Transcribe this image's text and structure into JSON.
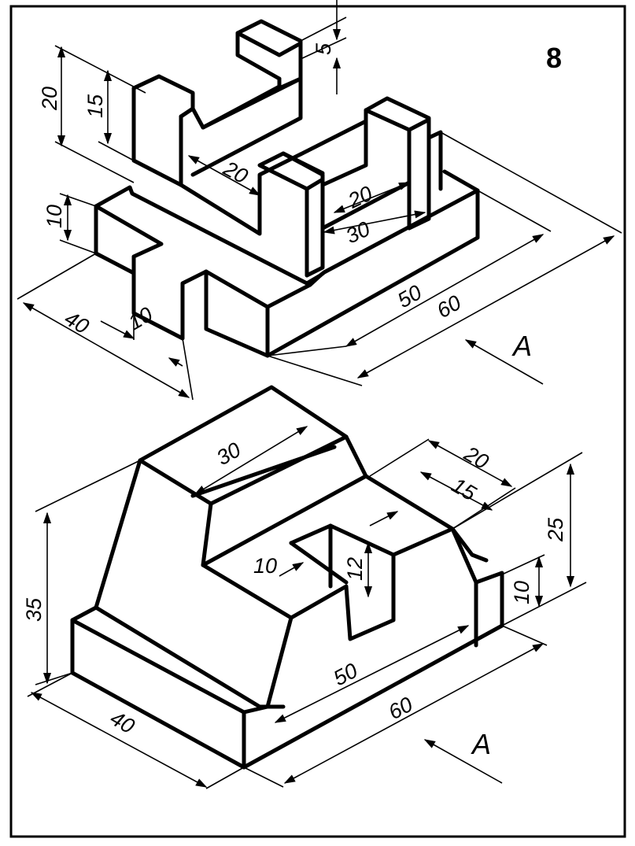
{
  "sheet_number": "8",
  "view_direction_label": "A",
  "part_top": {
    "dimensions": [
      "20",
      "15",
      "5",
      "10",
      "20",
      "20",
      "30",
      "50",
      "60",
      "40",
      "10"
    ]
  },
  "part_bottom": {
    "dimensions": [
      "30",
      "20",
      "15",
      "25",
      "35",
      "10",
      "12",
      "10",
      "50",
      "60",
      "40"
    ]
  },
  "colors": {
    "ink": "#000000",
    "paper": "#ffffff"
  }
}
